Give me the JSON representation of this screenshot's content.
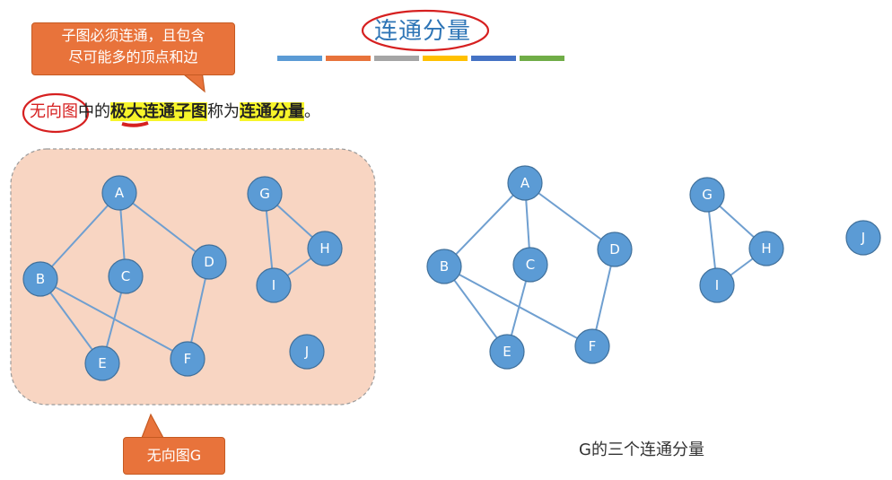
{
  "title": "连通分量",
  "callout_top": {
    "line1": "子图必须连通，且包含",
    "line2": "尽可能多的顶点和边"
  },
  "sentence": {
    "part1": "无向图",
    "part2": "中的",
    "part3": "极大连通子图",
    "part4": "称为",
    "part5": "连通分量",
    "part6": "。"
  },
  "callout_bottom": "无向图G",
  "caption": "G的三个连通分量",
  "colors": {
    "node_fill": "#5b9bd5",
    "node_stroke": "#41719c",
    "edge": "#6f9fd0",
    "graph_bg": "#f8d5c2",
    "callout": "#e8733b",
    "highlight": "#f7f52a",
    "annotation_red": "#d62020"
  },
  "title_bar_colors": [
    "#5b9bd5",
    "#e8733b",
    "#a5a5a5",
    "#ffc000",
    "#4472c4",
    "#70ad47"
  ],
  "graph_left": {
    "nodes": [
      {
        "id": "A",
        "label": "A"
      },
      {
        "id": "B",
        "label": "B"
      },
      {
        "id": "C",
        "label": "C"
      },
      {
        "id": "D",
        "label": "D"
      },
      {
        "id": "E",
        "label": "E"
      },
      {
        "id": "F",
        "label": "F"
      },
      {
        "id": "G",
        "label": "G"
      },
      {
        "id": "H",
        "label": "H"
      },
      {
        "id": "I",
        "label": "I"
      },
      {
        "id": "J",
        "label": "J"
      }
    ],
    "edges": [
      [
        "A",
        "B"
      ],
      [
        "A",
        "C"
      ],
      [
        "A",
        "D"
      ],
      [
        "B",
        "E"
      ],
      [
        "B",
        "F"
      ],
      [
        "C",
        "E"
      ],
      [
        "D",
        "F"
      ],
      [
        "G",
        "H"
      ],
      [
        "G",
        "I"
      ],
      [
        "H",
        "I"
      ]
    ]
  },
  "graph_right": {
    "nodes": [
      {
        "id": "A",
        "label": "A"
      },
      {
        "id": "B",
        "label": "B"
      },
      {
        "id": "C",
        "label": "C"
      },
      {
        "id": "D",
        "label": "D"
      },
      {
        "id": "E",
        "label": "E"
      },
      {
        "id": "F",
        "label": "F"
      },
      {
        "id": "G",
        "label": "G"
      },
      {
        "id": "H",
        "label": "H"
      },
      {
        "id": "I",
        "label": "I"
      },
      {
        "id": "J",
        "label": "J"
      }
    ],
    "edges": [
      [
        "A",
        "B"
      ],
      [
        "A",
        "C"
      ],
      [
        "A",
        "D"
      ],
      [
        "B",
        "E"
      ],
      [
        "B",
        "F"
      ],
      [
        "C",
        "E"
      ],
      [
        "D",
        "F"
      ],
      [
        "G",
        "H"
      ],
      [
        "G",
        "I"
      ],
      [
        "H",
        "I"
      ]
    ]
  }
}
